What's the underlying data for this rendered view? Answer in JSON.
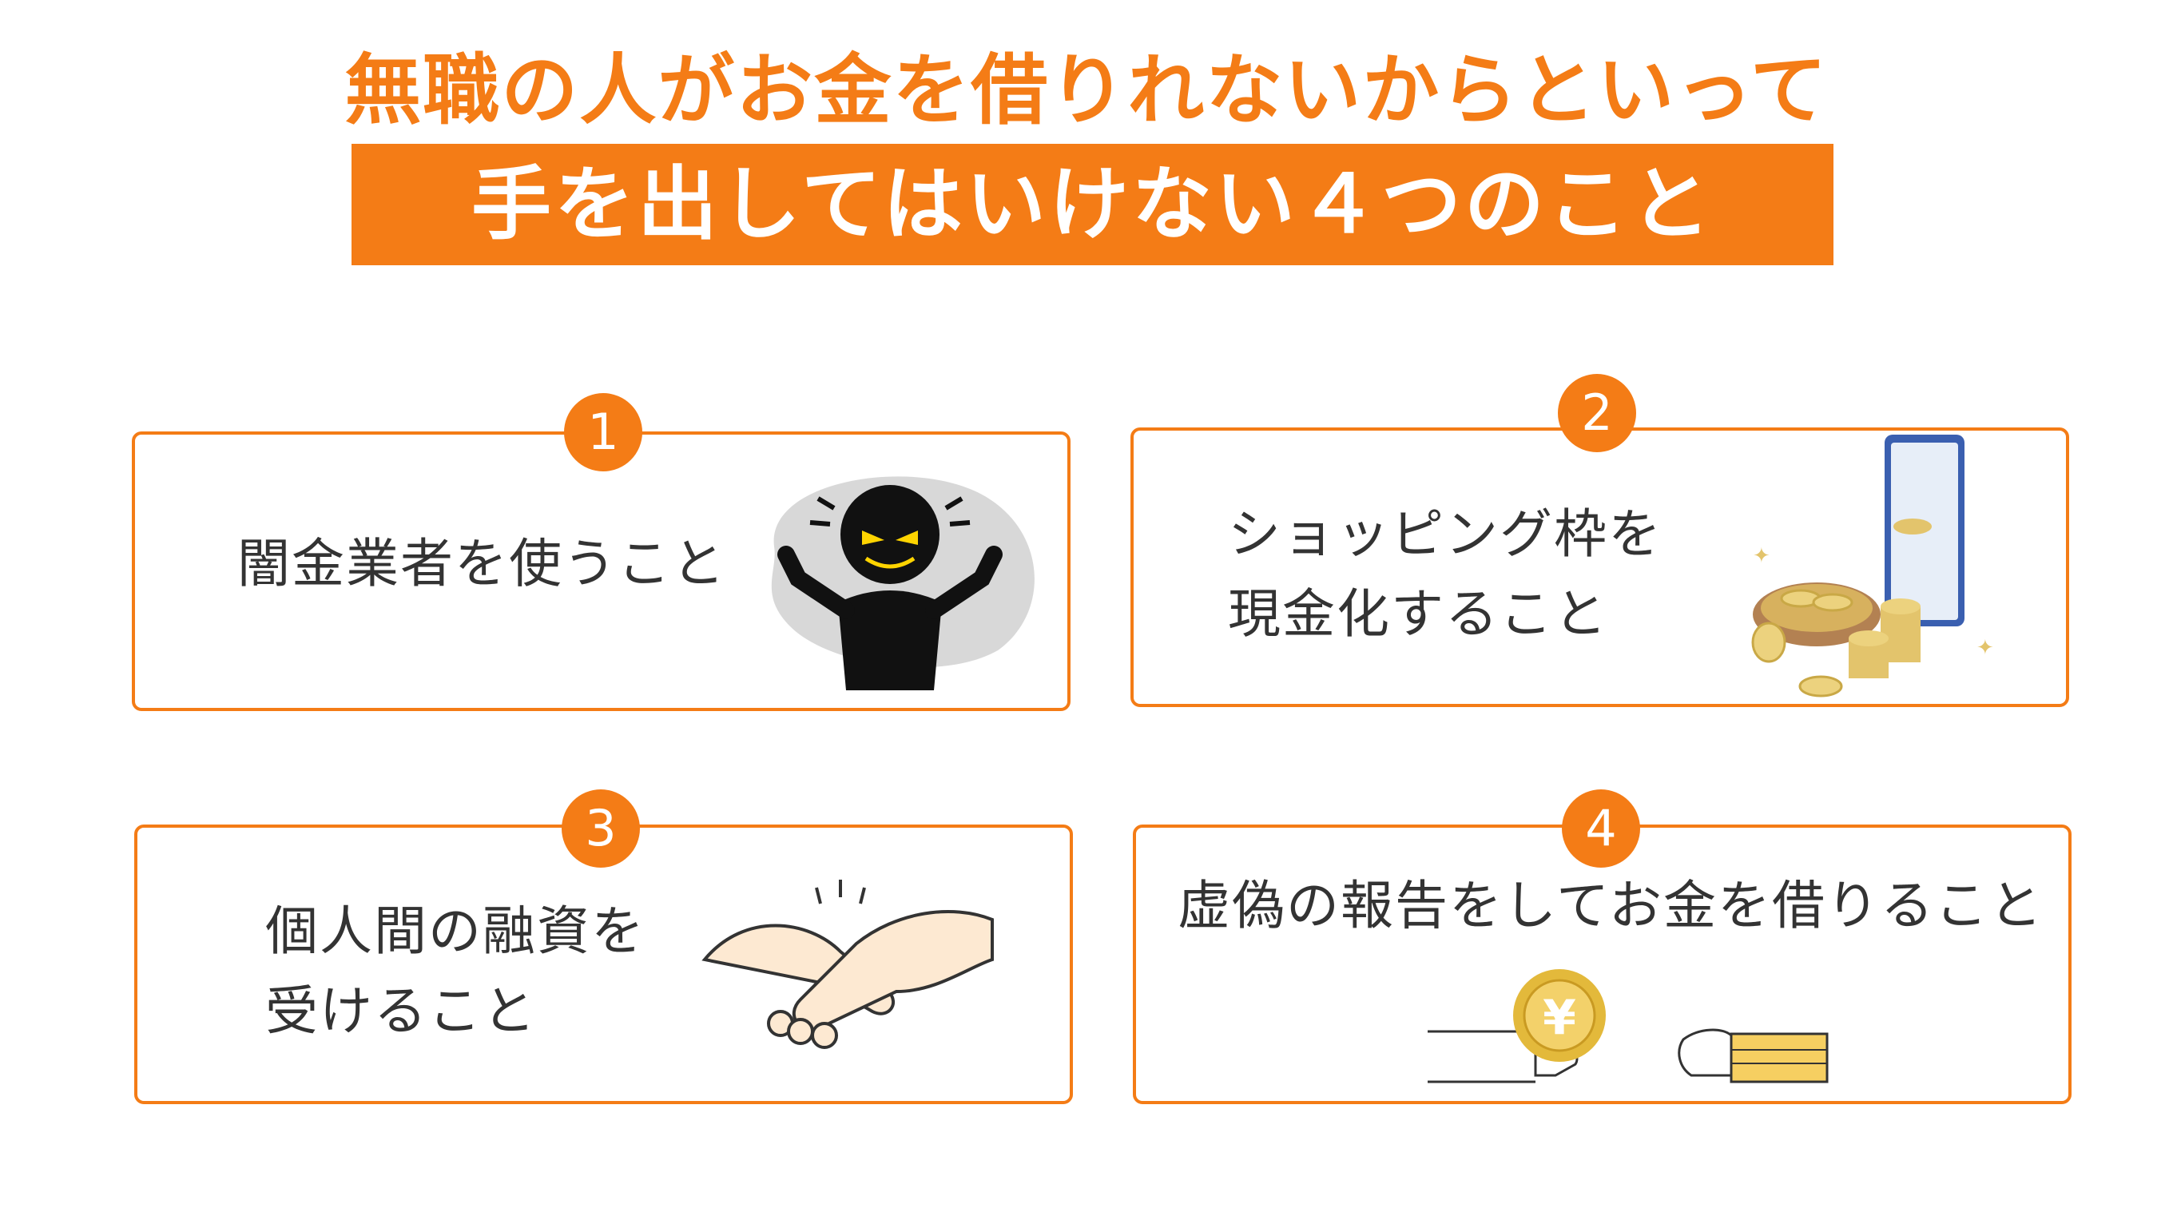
{
  "title": {
    "line1": "無職の人がお金を借りれないからといって",
    "line2": "手を出してはいけない４つのこと"
  },
  "colors": {
    "accent": "#f47c16",
    "text": "#333333"
  },
  "items": [
    {
      "number": "1",
      "text": "闇金業者を使うこと",
      "icon": "loan-shark-icon"
    },
    {
      "number": "2",
      "text": "ショッピング枠を\n現金化すること",
      "icon": "coins-smartphone-icon"
    },
    {
      "number": "3",
      "text": "個人間の融資を\n受けること",
      "icon": "handshake-icon"
    },
    {
      "number": "4",
      "text": "虚偽の報告をしてお金を借りること",
      "icon": "yen-coin-handover-icon"
    }
  ]
}
